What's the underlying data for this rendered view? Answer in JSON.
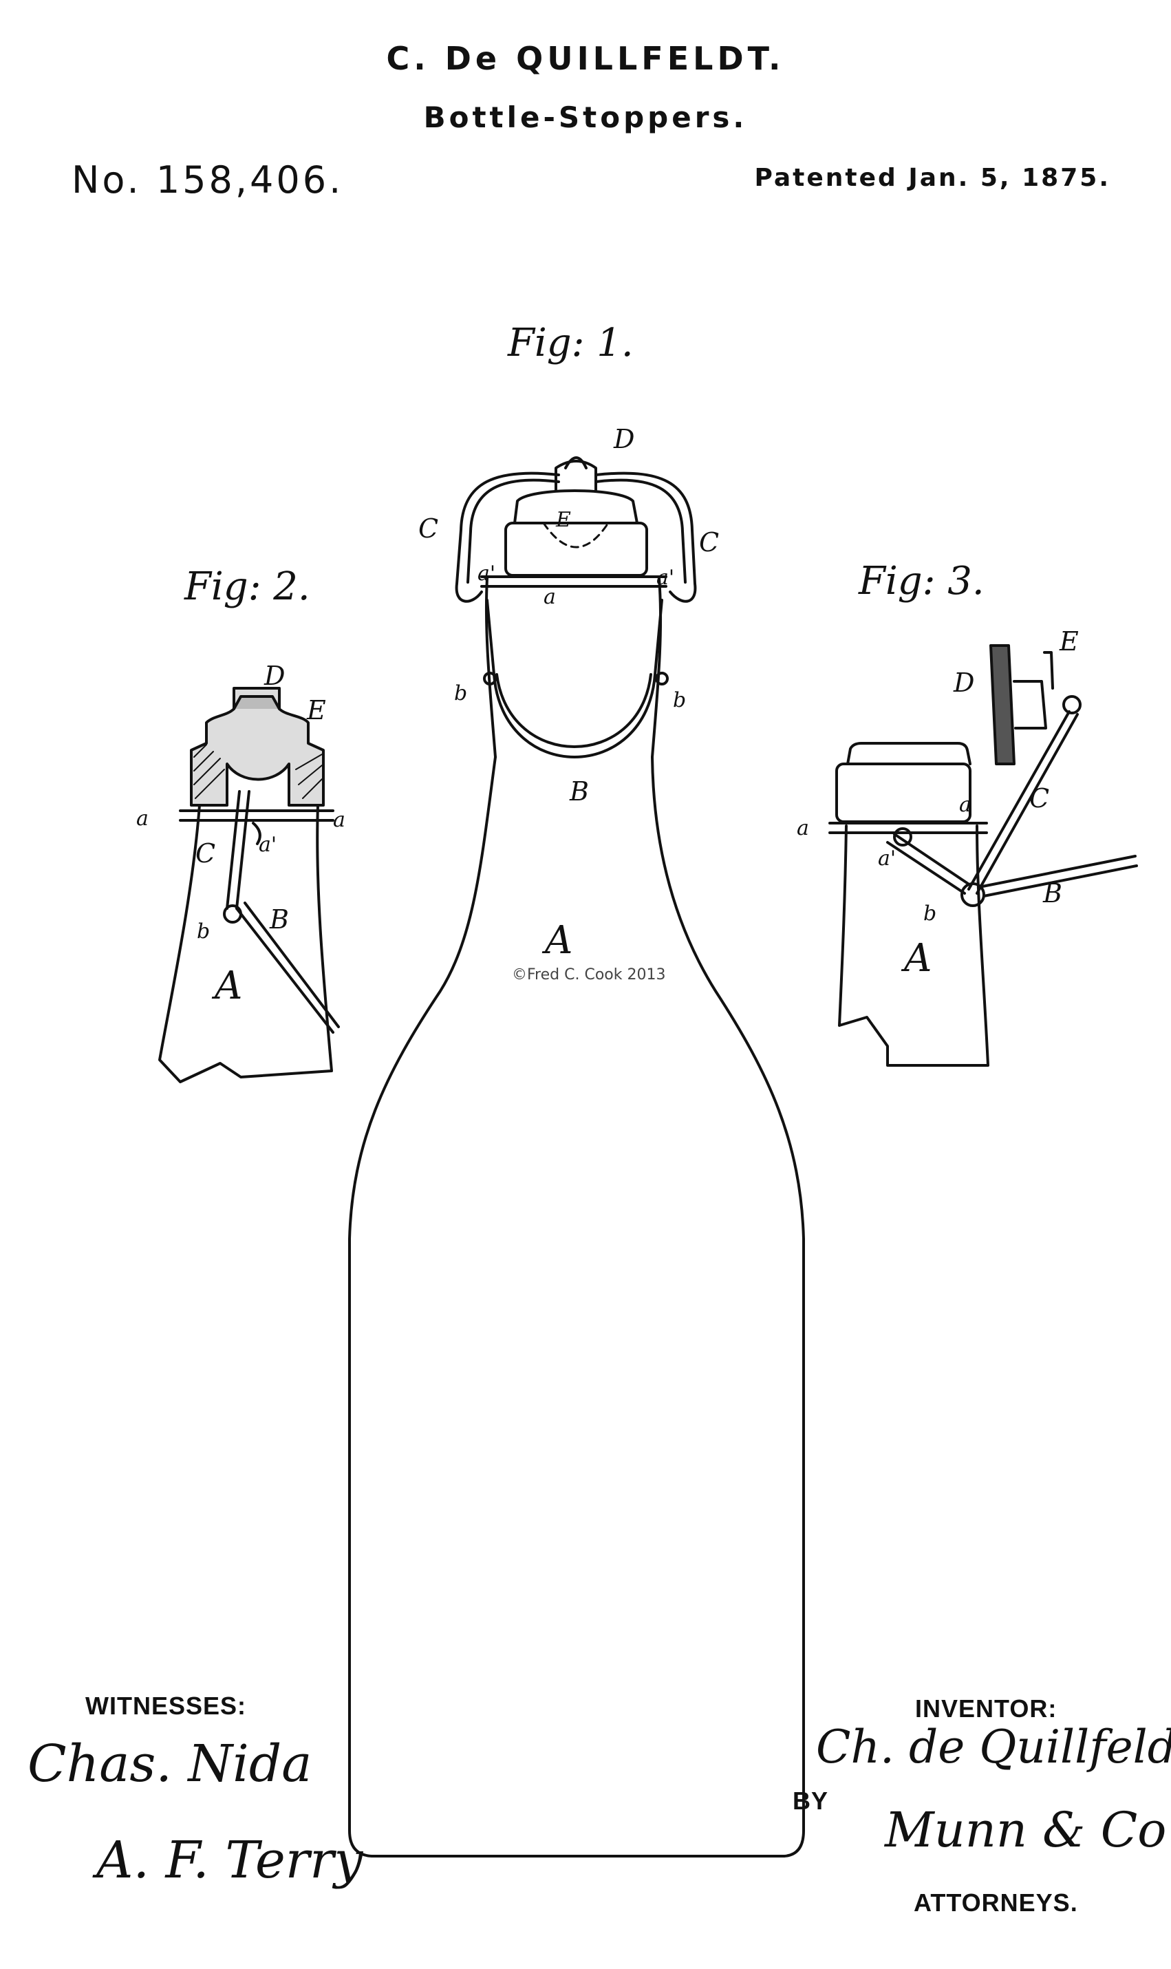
{
  "header": {
    "inventor_name": "C. De QUILLFELDT.",
    "title": "Bottle-Stoppers.",
    "patent_number": "No. 158,406.",
    "patent_date": "Patented Jan. 5, 1875."
  },
  "figures": {
    "fig1": {
      "caption": "Fig: 1.",
      "labels": {
        "D": "D",
        "E": "E",
        "C_left": "C",
        "C_right": "C",
        "a1_left": "a'",
        "a": "a",
        "a1_right": "a'",
        "b_left": "b",
        "b_right": "b",
        "B": "B",
        "A": "A"
      }
    },
    "fig2": {
      "caption": "Fig: 2.",
      "labels": {
        "D": "D",
        "E": "E",
        "a_left": "a",
        "a_right": "a",
        "C": "C",
        "a1": "a'",
        "b": "b",
        "B": "B",
        "A": "A"
      }
    },
    "fig3": {
      "caption": "Fig: 3.",
      "labels": {
        "E": "E",
        "D": "D",
        "C": "C",
        "a_left": "a",
        "a_right": "a",
        "a1": "a'",
        "B": "B",
        "b": "b",
        "A": "A"
      }
    }
  },
  "copyright": "©Fred C. Cook 2013",
  "footer": {
    "witnesses_label": "WITNESSES:",
    "witness_1": "Chas. Nida",
    "witness_2": "A. F. Terry",
    "inventor_label": "INVENTOR:",
    "inventor_signature": "Ch. de Quillfeldt",
    "by_label": "BY",
    "attorney_signature": "Munn & Co",
    "attorneys_label": "ATTORNEYS."
  }
}
